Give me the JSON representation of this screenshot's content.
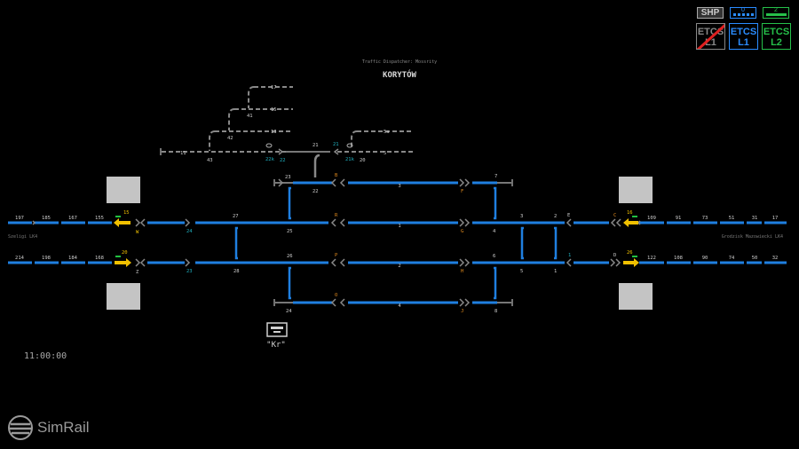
{
  "header": {
    "dispatcher_caption": "Traffic Dispatcher: Mossrity",
    "station_name": "KORYTÓW"
  },
  "indicators": {
    "shp": "SHP",
    "level_0": "0",
    "level_2": "2",
    "etcs_off_line1": "ETCS",
    "etcs_off_line2": "L1",
    "etcs_l1_line1": "ETCS",
    "etcs_l1_line2": "L1",
    "etcs_l2_line1": "ETCS",
    "etcs_l2_line2": "L2",
    "colors": {
      "shp": "#bbbbbb",
      "l1": "#2a8cff",
      "l2": "#26c04a",
      "off_slash": "#e02020"
    }
  },
  "directions": {
    "left": "Szeligi LK4",
    "right": "Grodzisk Mazowiecki LK4"
  },
  "blocks": {
    "left_upper": [
      "197",
      "185",
      "167",
      "155"
    ],
    "left_lower": [
      "214",
      "198",
      "184",
      "168"
    ],
    "right_upper": [
      "109",
      "91",
      "73",
      "51",
      "31",
      "17"
    ],
    "right_lower": [
      "122",
      "108",
      "90",
      "74",
      "50",
      "32"
    ]
  },
  "siding": {
    "tracks": [
      "17",
      "15",
      "13",
      "11",
      "5a",
      "5"
    ],
    "switches": [
      "41",
      "42",
      "43",
      "21",
      "22k",
      "22",
      "21k",
      "20"
    ]
  },
  "station": {
    "signals": [
      "15",
      "20",
      "16",
      "26"
    ],
    "letters": [
      "W",
      "Z",
      "E",
      "R",
      "P",
      "O",
      "F",
      "G",
      "H",
      "J",
      "C",
      "D",
      "B"
    ],
    "tracks": [
      "3",
      "1",
      "2",
      "4"
    ],
    "switches": [
      "23",
      "27",
      "25",
      "26",
      "28",
      "24",
      "7",
      "3",
      "2",
      "4",
      "6",
      "5",
      "1",
      "8"
    ],
    "cyan_labels": [
      "24",
      "23",
      "1",
      "21",
      "22k",
      "22",
      "21k"
    ]
  },
  "crossing_label": "\"Kr\"",
  "clock": "11:00:00",
  "brand": "SimRail"
}
